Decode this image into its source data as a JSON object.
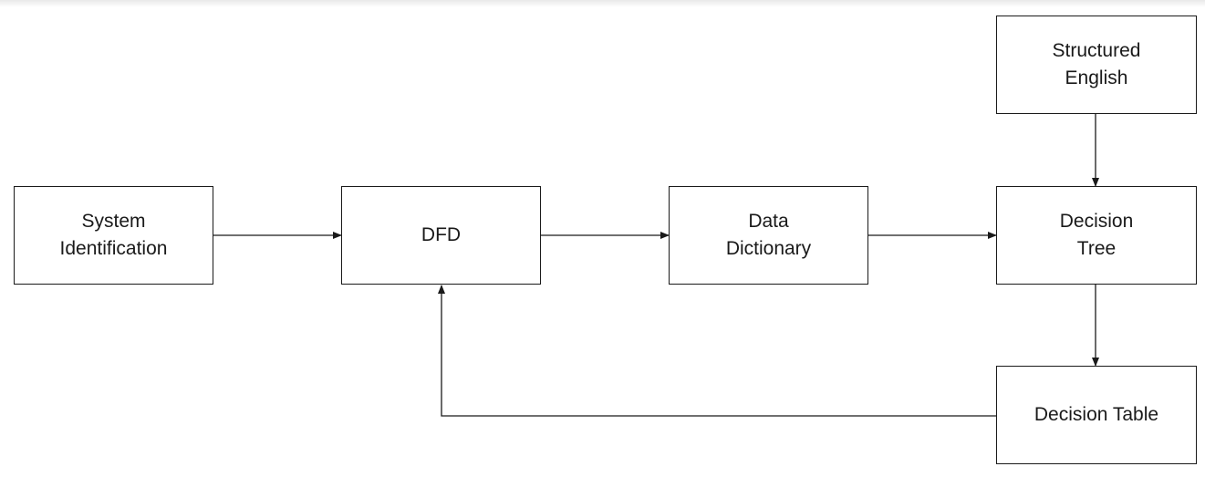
{
  "diagram": {
    "nodes": [
      {
        "id": "system-identification",
        "label": "System\nIdentification"
      },
      {
        "id": "dfd",
        "label": "DFD"
      },
      {
        "id": "data-dictionary",
        "label": "Data\nDictionary"
      },
      {
        "id": "decision-tree",
        "label": "Decision\nTree"
      },
      {
        "id": "structured-english",
        "label": "Structured\nEnglish"
      },
      {
        "id": "decision-table",
        "label": "Decision Table"
      }
    ],
    "edges": [
      {
        "from": "system-identification",
        "to": "dfd"
      },
      {
        "from": "dfd",
        "to": "data-dictionary"
      },
      {
        "from": "data-dictionary",
        "to": "decision-tree"
      },
      {
        "from": "structured-english",
        "to": "decision-tree"
      },
      {
        "from": "decision-tree",
        "to": "decision-table"
      },
      {
        "from": "decision-table",
        "to": "dfd"
      }
    ]
  }
}
